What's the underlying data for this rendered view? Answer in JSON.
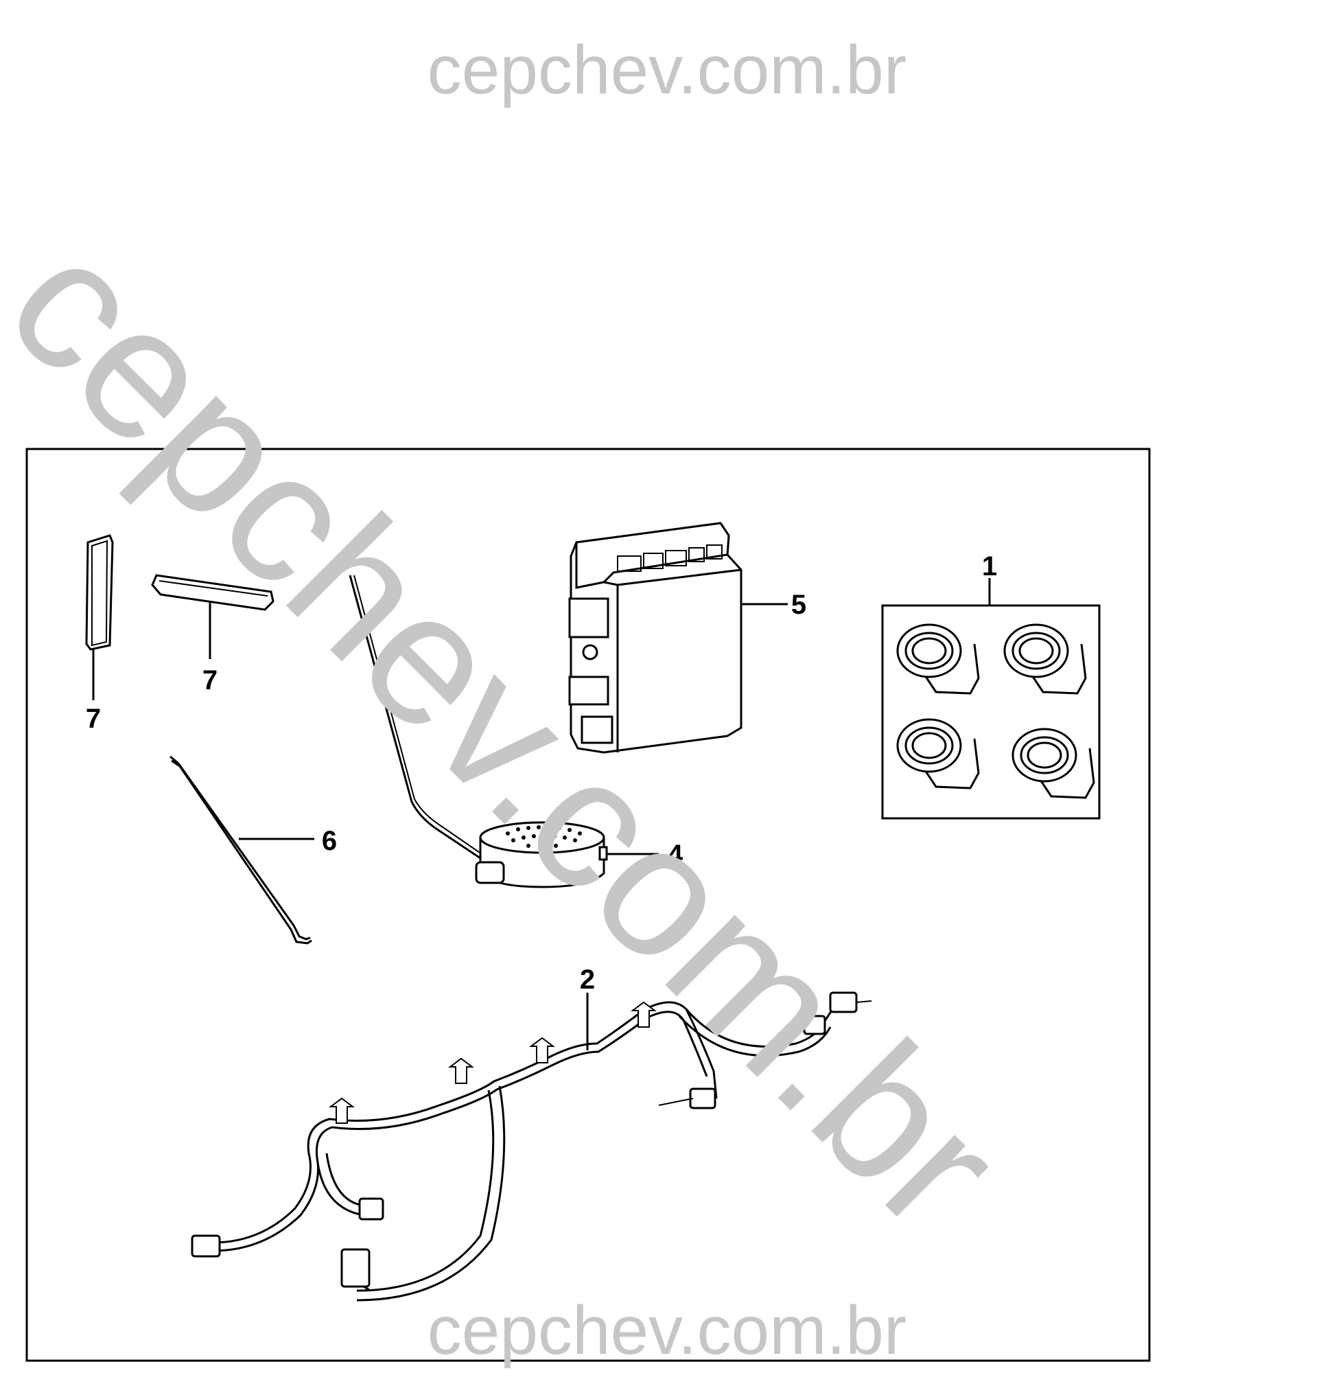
{
  "watermark": {
    "top": "cepchev.com.br",
    "diagonal": "cepchev.com.br",
    "bottom": "cepchev.com.br"
  },
  "callouts": {
    "item1": "1",
    "item2": "2",
    "item4": "4",
    "item5": "5",
    "item6": "6",
    "item7a": "7",
    "item7b": "7"
  },
  "parts": [
    {
      "ref": "1",
      "icon": "park-sensor-set-icon",
      "count": 4
    },
    {
      "ref": "2",
      "icon": "wiring-harness-icon"
    },
    {
      "ref": "4",
      "icon": "buzzer-speaker-icon"
    },
    {
      "ref": "5",
      "icon": "control-module-icon"
    },
    {
      "ref": "6",
      "icon": "bracket-rod-icon"
    },
    {
      "ref": "7",
      "icon": "adhesive-pad-icon",
      "count": 2
    }
  ]
}
